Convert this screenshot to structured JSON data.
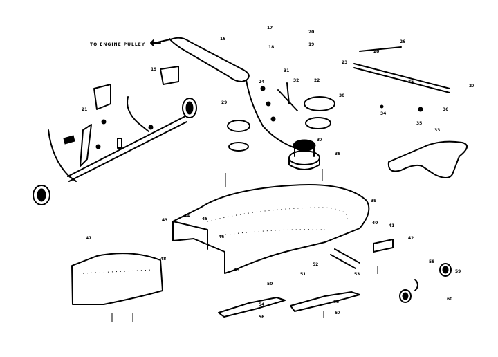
{
  "caption": "TO ENGINE PULLEY",
  "labels": [
    "16",
    "17",
    "18",
    "19",
    "19",
    "20",
    "21",
    "22",
    "23",
    "24",
    "25",
    "26",
    "27",
    "28",
    "29",
    "30",
    "31",
    "32",
    "33",
    "34",
    "35",
    "36",
    "37",
    "38",
    "39",
    "40",
    "41",
    "42",
    "43",
    "44",
    "45",
    "46",
    "47",
    "48",
    "49",
    "50",
    "51",
    "52",
    "53",
    "54",
    "55",
    "56",
    "57",
    "58",
    "59",
    "60"
  ],
  "colors": {
    "ink": "#000000",
    "paper": "#ffffff"
  }
}
